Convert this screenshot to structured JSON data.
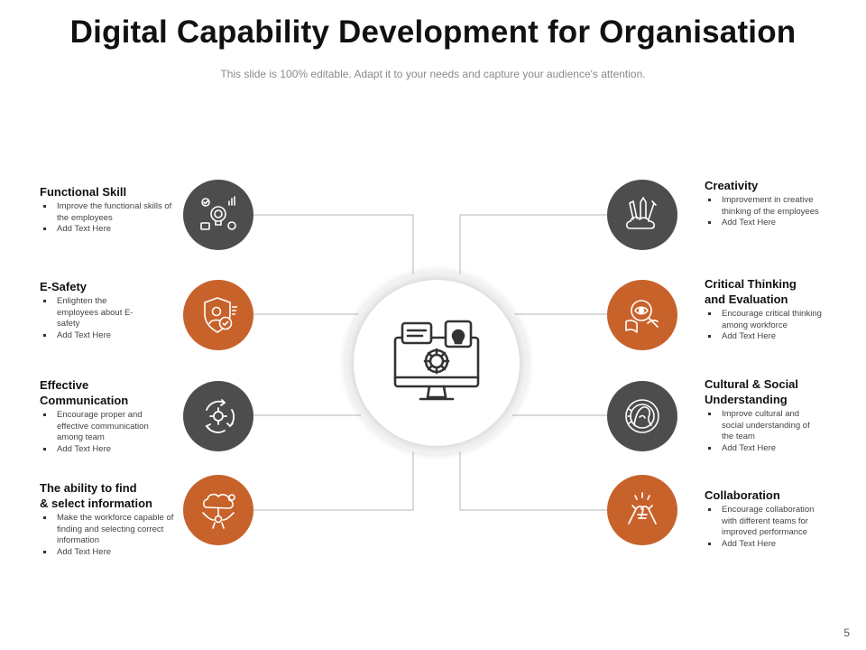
{
  "title": "Digital Capability Development for Organisation",
  "subtitle": "This slide is 100% editable. Adapt it to your needs and capture your audience's attention.",
  "page_number": "5",
  "colors": {
    "dark": "#4d4d4d",
    "accent": "#c8622b",
    "line": "#b5b5b5"
  },
  "center_icon": "computer-settings-icon",
  "left_items": [
    {
      "title_lines": [
        "Functional Skill"
      ],
      "bullets": [
        "Improve the functional skills of the employees",
        "Add Text Here"
      ],
      "color": "dark",
      "icon": "idea-bulb-icon"
    },
    {
      "title_lines": [
        "E-Safety"
      ],
      "bullets": [
        "Enlighten the employees about E-safety",
        "Add Text Here"
      ],
      "color": "accent",
      "icon": "shield-user-icon"
    },
    {
      "title_lines": [
        "Effective",
        "Communication"
      ],
      "bullets": [
        "Encourage proper and effective communication among team",
        "Add Text Here"
      ],
      "color": "dark",
      "icon": "cycle-gear-icon"
    },
    {
      "title_lines": [
        "The ability to find",
        "& select information"
      ],
      "bullets": [
        "Make the workforce capable of finding and selecting correct information",
        "Add Text Here"
      ],
      "color": "accent",
      "icon": "brain-idea-icon"
    }
  ],
  "right_items": [
    {
      "title_lines": [
        "Creativity"
      ],
      "bullets": [
        "Improvement in creative thinking of the employees",
        "Add Text Here"
      ],
      "color": "dark",
      "icon": "art-tools-icon"
    },
    {
      "title_lines": [
        "Critical Thinking",
        "and Evaluation"
      ],
      "bullets": [
        "Encourage critical thinking among workforce",
        "Add Text Here"
      ],
      "color": "accent",
      "icon": "magnifier-book-icon"
    },
    {
      "title_lines": [
        "Cultural & Social",
        "Understanding"
      ],
      "bullets": [
        "Improve cultural and social understanding of the team",
        "Add Text Here"
      ],
      "color": "dark",
      "icon": "head-profile-icon"
    },
    {
      "title_lines": [
        "Collaboration"
      ],
      "bullets": [
        "Encourage collaboration with different teams for improved performance",
        "Add Text Here"
      ],
      "color": "accent",
      "icon": "handshake-icon"
    }
  ]
}
